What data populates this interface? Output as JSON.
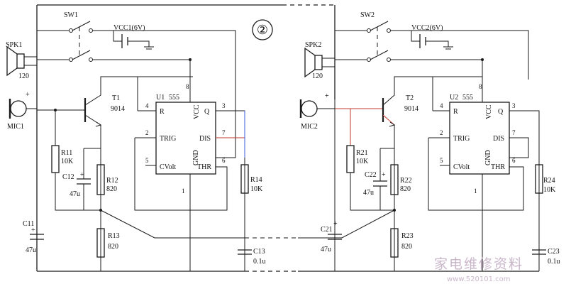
{
  "circuit_number": "②",
  "left": {
    "speaker": {
      "ref": "SPK1",
      "value": "120"
    },
    "switch": "SW1",
    "supply": "VCC1(6V)",
    "mic": "MIC1",
    "mic_polarity": "+",
    "transistor": {
      "ref": "T1",
      "part": "9014"
    },
    "ic": {
      "ref": "U1",
      "part": "555"
    },
    "ic_pins": {
      "R": "R",
      "VCC": "VCC",
      "Q": "Q",
      "TRIG": "TRIG",
      "DIS": "DIS",
      "CVolt": "CVolt",
      "GND": "GND",
      "THR": "THR"
    },
    "pin_numbers": {
      "p4": "4",
      "p8": "8",
      "p3": "3",
      "p2": "2",
      "p7": "7",
      "p5": "5",
      "p6": "6",
      "p1": "1"
    },
    "r11": {
      "ref": "R11",
      "value": "10K"
    },
    "c12": {
      "ref": "C12",
      "value": "47u",
      "polarity": "+"
    },
    "r12": {
      "ref": "R12",
      "value": "820"
    },
    "r13": {
      "ref": "R13",
      "value": "820"
    },
    "r14": {
      "ref": "R14",
      "value": "10K"
    },
    "c11": {
      "ref": "C11",
      "value": "47u",
      "polarity": "+"
    },
    "c13": {
      "ref": "C13",
      "value": "0.1u"
    }
  },
  "right": {
    "speaker": {
      "ref": "SPK2",
      "value": "120"
    },
    "switch": "SW2",
    "supply": "VCC2(6V)",
    "mic": "MIC2",
    "mic_polarity": "+",
    "transistor": {
      "ref": "T2",
      "part": "9014"
    },
    "ic": {
      "ref": "U2",
      "part": "555"
    },
    "ic_pins": {
      "R": "R",
      "VCC": "VCC",
      "Q": "Q",
      "TRIG": "TRIG",
      "DIS": "DIS",
      "CVolt": "CVolt",
      "GND": "GND",
      "THR": "THR"
    },
    "pin_numbers": {
      "p4": "4",
      "p8": "8",
      "p3": "3",
      "p2": "2",
      "p7": "7",
      "p5": "5",
      "p6": "6",
      "p1": "1"
    },
    "r21": {
      "ref": "R21",
      "value": "10K"
    },
    "c22": {
      "ref": "C22",
      "value": "47u",
      "polarity": "+"
    },
    "r22": {
      "ref": "R22",
      "value": "820"
    },
    "r23": {
      "ref": "R23",
      "value": "820"
    },
    "r24": {
      "ref": "R24",
      "value": "10K"
    },
    "c21": {
      "ref": "C21",
      "value": "47u",
      "polarity": "+"
    },
    "c23": {
      "ref": "C23",
      "value": "0.1u"
    }
  },
  "watermark": {
    "text": "家电维修资料",
    "url": "www.520101.com"
  },
  "colors": {
    "ink": "#1a1a1a",
    "highlight_red": "#c0392b",
    "highlight_blue": "#3b5bdb",
    "watermark": "#c9b6c9"
  }
}
